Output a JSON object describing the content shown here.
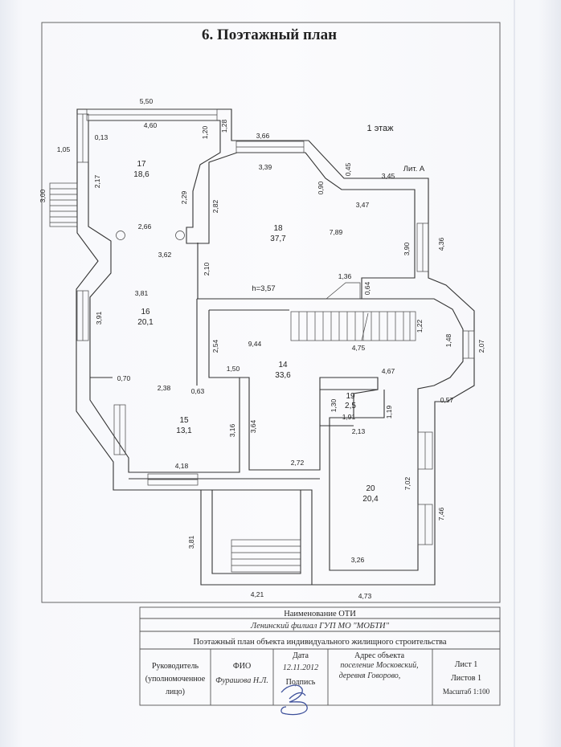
{
  "page": {
    "heading": "6. Поэтажный план",
    "floor_label": "1 этаж",
    "liter_label": "Лит. А",
    "height_label": "h=3,57"
  },
  "rooms": [
    {
      "number": "17",
      "area": "18,6"
    },
    {
      "number": "18",
      "area": "37,7"
    },
    {
      "number": "16",
      "area": "20,1"
    },
    {
      "number": "14",
      "area": "33,6"
    },
    {
      "number": "15",
      "area": "13,1"
    },
    {
      "number": "19",
      "area": "2,5"
    },
    {
      "number": "20",
      "area": "20,4"
    }
  ],
  "dimensions": {
    "d5_50": "5,50",
    "d4_60": "4,60",
    "d0_13": "0,13",
    "d1_20": "1,20",
    "d1_28": "1,28",
    "d3_66": "3,66",
    "d3_39": "3,39",
    "d0_45": "0,45",
    "d3_45": "3,45",
    "d1_05": "1,05",
    "d3_00": "3,00",
    "d2_17": "2,17",
    "d2_29": "2,29",
    "d2_82": "2,82",
    "d0_90": "0,90",
    "d3_47": "3,47",
    "d2_66": "2,66",
    "d7_89": "7,89",
    "d3_62": "3,62",
    "d3_90": "3,90",
    "d4_36": "4,36",
    "d2_10": "2,10",
    "d1_36": "1,36",
    "d0_64": "0,64",
    "d3_81a": "3,81",
    "d3_91": "3,91",
    "d1_22": "1,22",
    "d1_48": "1,48",
    "d2_07": "2,07",
    "d2_54": "2,54",
    "d9_44": "9,44",
    "d4_75": "4,75",
    "d0_70": "0,70",
    "d1_50": "1,50",
    "d4_67": "4,67",
    "d2_38": "2,38",
    "d0_63": "0,63",
    "d1_30": "1,30",
    "d1_91": "1,91",
    "d0_57": "0,57",
    "d1_19": "1,19",
    "d3_16": "3,16",
    "d3_64": "3,64",
    "d2_13": "2,13",
    "d7_02": "7,02",
    "d2_72": "2,72",
    "d4_18": "4,18",
    "d7_46": "7,46",
    "d3_81b": "3,81",
    "d3_26": "3,26",
    "d4_21": "4,21",
    "d4_73": "4,73"
  },
  "stamp": {
    "org_title": "Наименование ОТИ",
    "org_name": "Ленинский филиал ГУП МО \"МОБТИ\"",
    "doc_title": "Поэтажный план объекта индивидуального жилищного строительства",
    "role_line1": "Руководитель",
    "role_line2": "(уполномоченное",
    "role_line3": "лицо)",
    "fio_label": "ФИО",
    "fio_value": "Фурашова Н.Л.",
    "date_label": "Дата",
    "date_value": "12.11.2012",
    "sign_label": "Подпись",
    "address_label": "Адрес объекта",
    "address_line1": "поселение Московский,",
    "address_line2": "деревня Говорово,",
    "sheet_label": "Лист 1",
    "sheets_label": "Листов 1",
    "scale_label": "Масштаб 1:100"
  }
}
